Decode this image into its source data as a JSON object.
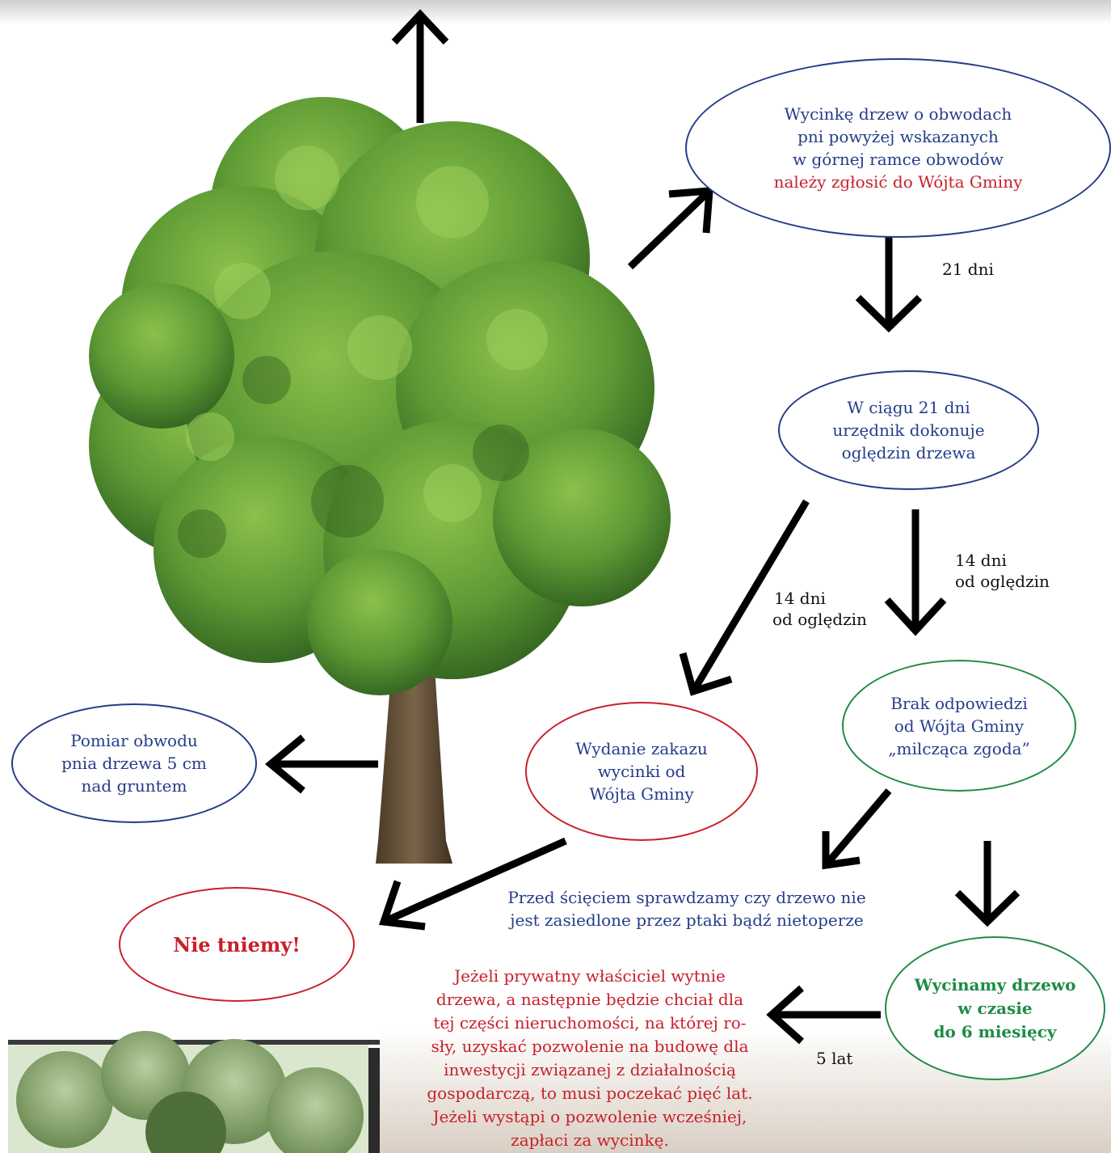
{
  "nodes": {
    "top_right": {
      "lines": [
        "Wycinkę drzew o obwodach",
        "pni powyżej wskazanych",
        "w górnej ramce  obwodów"
      ],
      "highlight": "należy zgłosić do Wójta  Gminy"
    },
    "inspection": {
      "lines": [
        "W ciągu 21 dni",
        "urzędnik dokonuje",
        "oględzin drzewa"
      ]
    },
    "measure": {
      "lines": [
        "Pomiar obwodu",
        "pnia drzewa 5 cm",
        "nad gruntem"
      ]
    },
    "ban": {
      "lines": [
        "Wydanie zakazu",
        "wycinki od",
        "Wójta Gminy"
      ]
    },
    "silence": {
      "lines": [
        "Brak odpowiedzi",
        "od Wójta Gminy",
        "„milcząca zgoda”"
      ]
    },
    "no_cut": {
      "text": "Nie tniemy!"
    },
    "cut": {
      "lines": [
        "Wycinamy drzewo",
        "w czasie",
        "do 6 miesięcy"
      ]
    }
  },
  "labels": {
    "days_21": "21 dni",
    "days_14_left": [
      "14 dni",
      "od oględzin"
    ],
    "days_14_right": [
      "14 dni",
      "od oględzin"
    ],
    "years_5": "5 lat"
  },
  "notes": {
    "birds": [
      "Przed ścięciem sprawdzamy czy drzewo nie",
      "jest zasiedlone przez ptaki bądź nietoperze"
    ],
    "owner": [
      "Jeżeli prywatny właściciel wytnie",
      "drzewa, a następnie będzie chciał dla",
      "tej części nieruchomości, na której ro-",
      "sły, uzyskać pozwolenie na budowę dla",
      "inwestycji związanej z działalnością",
      "gospodarczą, to musi poczekać pięć lat.",
      "Jeżeli wystąpi o pozwolenie wcześniej,",
      "zapłaci za wycinkę."
    ]
  },
  "colors": {
    "blue": "#263c8a",
    "red": "#c8202a",
    "green": "#1e8c46",
    "arrow": "#000000",
    "foliage": "#4f8a2c",
    "trunk": "#6b5438"
  },
  "icons": [
    "tree-illustration",
    "shrub-photo"
  ]
}
